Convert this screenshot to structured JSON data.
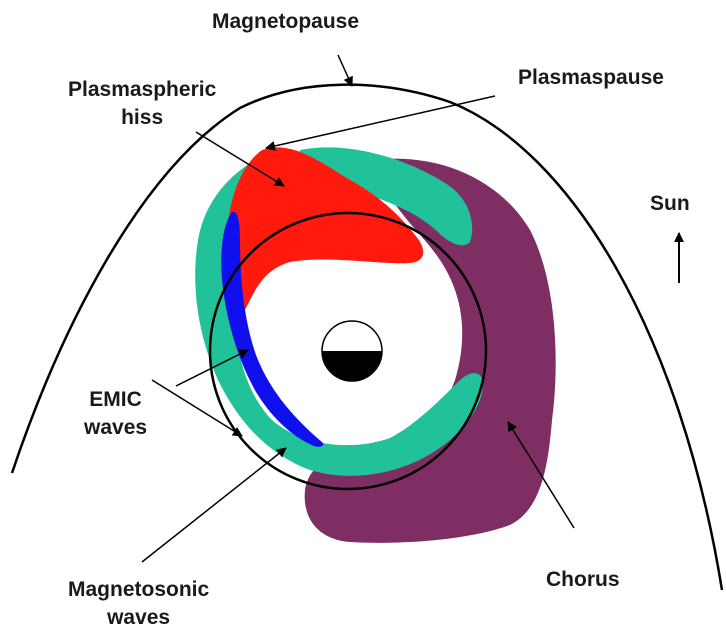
{
  "labels": {
    "magnetopause": "Magnetopause",
    "plasmapause": "Plasmaspause",
    "hiss_line1": "Plasmaspheric",
    "hiss_line2": "hiss",
    "sun": "Sun",
    "emic_line1": "EMIC",
    "emic_line2": "waves",
    "magnetosonic_line1": "Magnetosonic",
    "magnetosonic_line2": "waves",
    "chorus": "Chorus"
  },
  "colors": {
    "hiss": "#ff1a0d",
    "emic": "#1010ee",
    "magnetosonic": "#21c29a",
    "chorus": "#7e2e62",
    "lines": "#000000",
    "background": "#ffffff"
  },
  "icons": {
    "earth": "half-shaded-circle (night side black)",
    "sun_direction": "up-arrow"
  }
}
